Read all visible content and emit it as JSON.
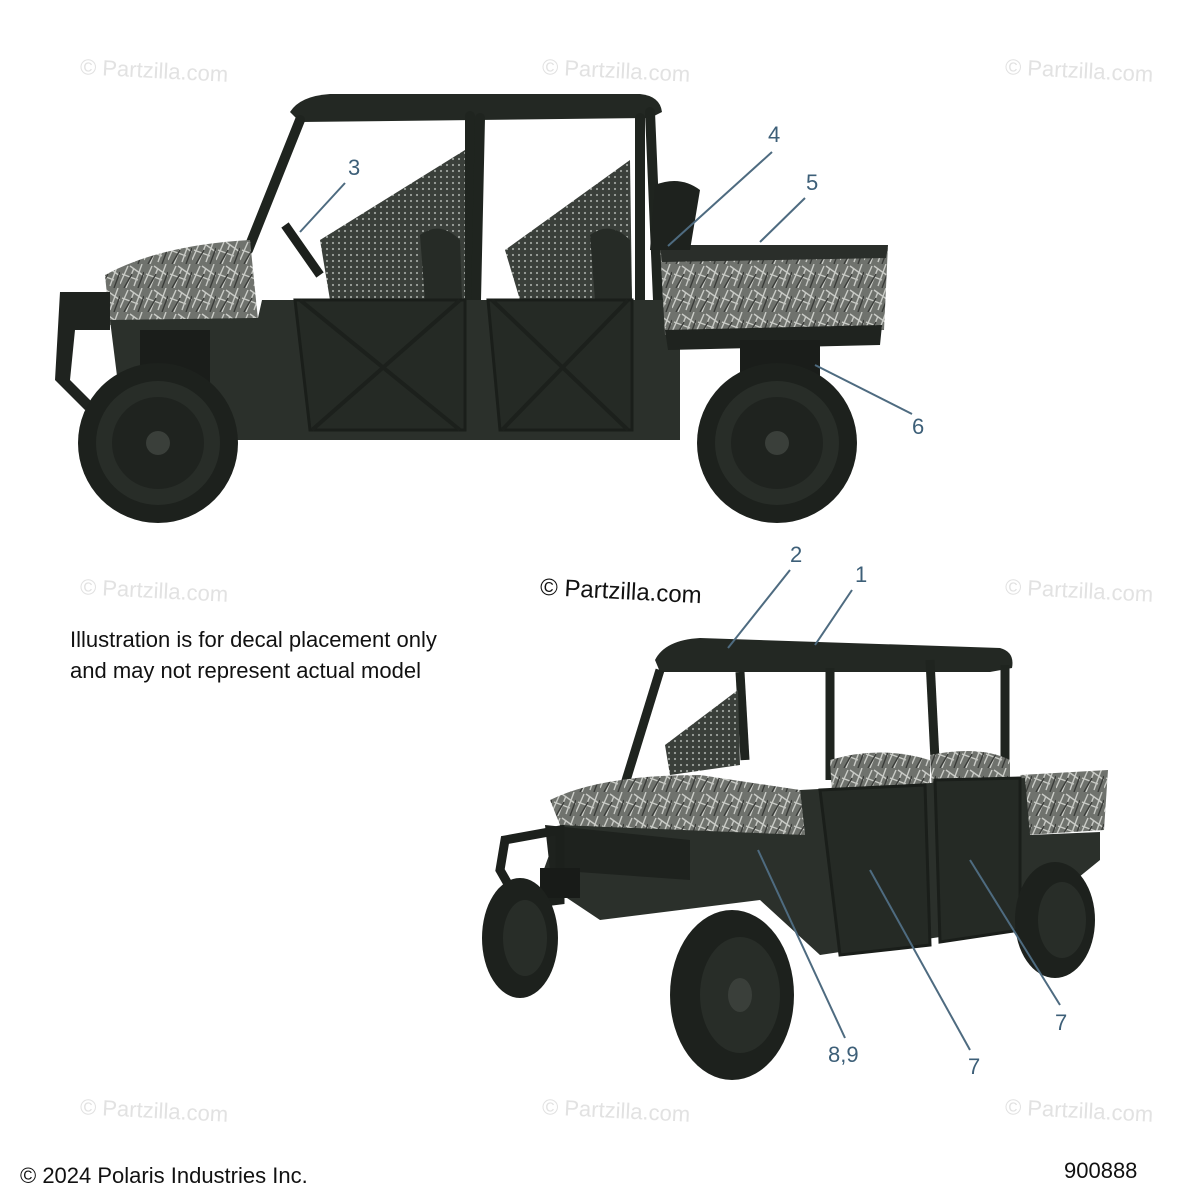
{
  "watermark": {
    "text": "© Partzilla.com",
    "color": "#e2e2e2"
  },
  "callouts": [
    {
      "id": "c1",
      "label": "1"
    },
    {
      "id": "c2",
      "label": "2"
    },
    {
      "id": "c3",
      "label": "3"
    },
    {
      "id": "c4",
      "label": "4"
    },
    {
      "id": "c5",
      "label": "5"
    },
    {
      "id": "c6",
      "label": "6"
    },
    {
      "id": "c7a",
      "label": "7"
    },
    {
      "id": "c7b",
      "label": "7"
    },
    {
      "id": "c89",
      "label": "8,9"
    }
  ],
  "note": {
    "line1": "Illustration is for decal placement only",
    "line2": "and may not represent actual model"
  },
  "mid_copyright": "© Partzilla.com",
  "footer": {
    "copyright": "© 2024 Polaris Industries Inc.",
    "diagram_number": "900888"
  },
  "colors": {
    "vehicle_body": "#2b302b",
    "vehicle_dark": "#1e221e",
    "camo": "#8d8f8a",
    "callout_text": "#3d5f78",
    "leader_line": "#4e6b80"
  }
}
